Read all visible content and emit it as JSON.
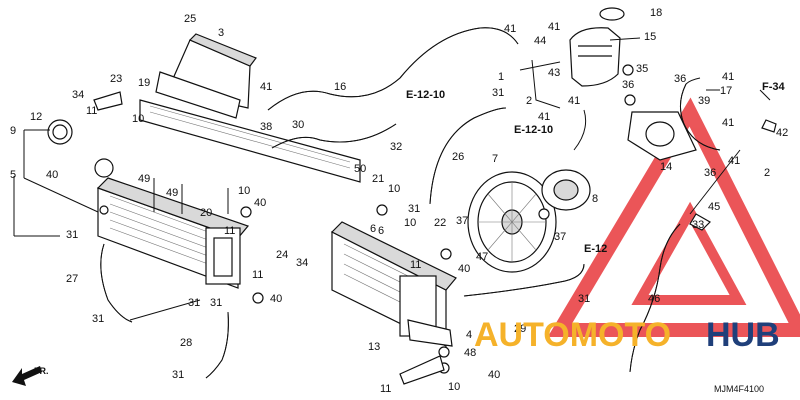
{
  "diagram": {
    "drawing_code": "MJM4F4100",
    "front_marker": "FR.",
    "references": [
      "E-12-10",
      "E-12-10",
      "E-12",
      "F-34"
    ],
    "watermark": {
      "word_a": "AUTOMOTO",
      "word_b": "HUB",
      "color_a": "#f5b22a",
      "color_b": "#1f3f7a",
      "triangle_color": "#e8383c"
    },
    "labels": [
      "25",
      "3",
      "18",
      "41",
      "44",
      "41",
      "15",
      "43",
      "35",
      "36",
      "41",
      "17",
      "F-34",
      "1",
      "19",
      "23",
      "34",
      "11",
      "10",
      "12",
      "9",
      "16",
      "41",
      "E-12-10",
      "31",
      "2",
      "41",
      "41",
      "36",
      "39",
      "41",
      "42",
      "38",
      "30",
      "32",
      "E-12-10",
      "26",
      "7",
      "14",
      "2",
      "41",
      "5",
      "40",
      "6",
      "49",
      "49",
      "20",
      "50",
      "21",
      "10",
      "31",
      "8",
      "36",
      "45",
      "33",
      "10",
      "40",
      "31",
      "11",
      "24",
      "34",
      "6",
      "22",
      "10",
      "37",
      "37",
      "27",
      "47",
      "11",
      "40",
      "E-12",
      "31",
      "31",
      "11",
      "40",
      "31",
      "31",
      "29",
      "46",
      "28",
      "13",
      "4",
      "48",
      "31",
      "10",
      "40",
      "11"
    ]
  }
}
